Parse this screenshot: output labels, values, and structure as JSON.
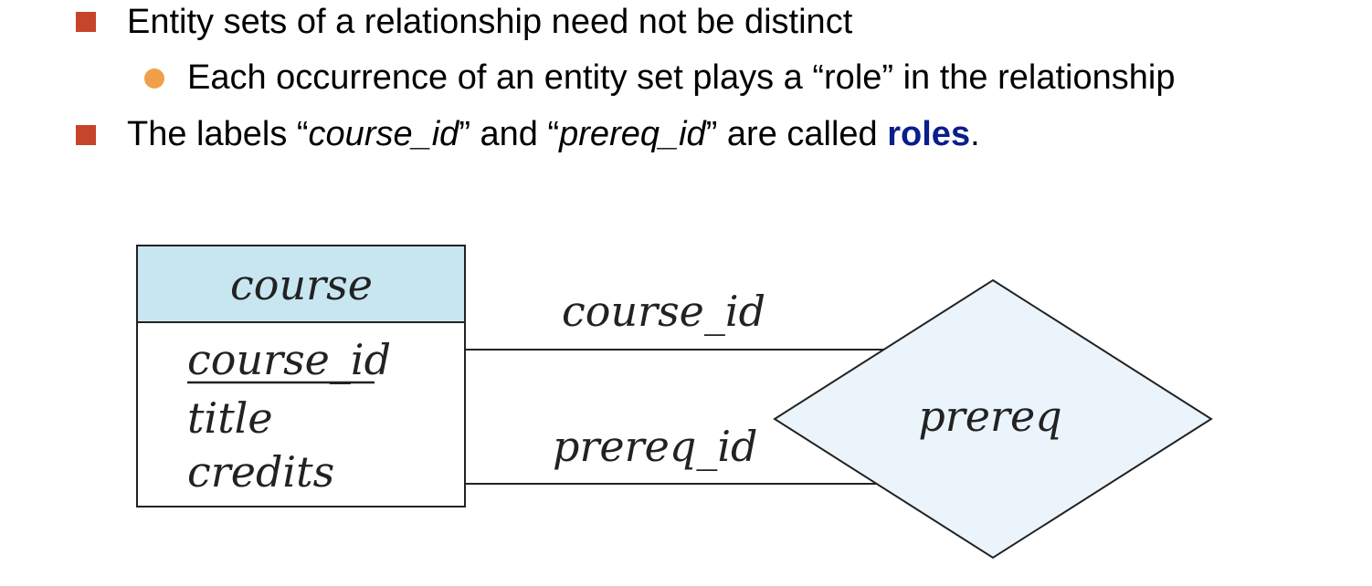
{
  "colors": {
    "square_bullet": "#C5442A",
    "round_bullet": "#F0A04B",
    "term_highlight": "#0A1E8C",
    "entity_header_fill": "#C8E6F0",
    "relationship_fill": "#EAF4FA",
    "stroke": "#222222"
  },
  "bullets": [
    {
      "level": 1,
      "text": "Entity sets of a relationship need not be distinct"
    },
    {
      "level": 2,
      "text": "Each occurrence of an entity set plays a “role” in the relationship"
    },
    {
      "level": 1,
      "parts": {
        "p1": "The labels “",
        "role1": "course_id",
        "p2": "” and “",
        "role2": "prereq_id",
        "p3": "” are called ",
        "term": "roles",
        "p4": "."
      }
    }
  ],
  "diagram": {
    "entity": {
      "name": "course",
      "attributes": [
        "course_id",
        "title",
        "credits"
      ],
      "primary_key": "course_id"
    },
    "relationship": {
      "name": "prereq"
    },
    "role_labels": {
      "top": "course_id",
      "bottom": "prereq_id"
    }
  }
}
